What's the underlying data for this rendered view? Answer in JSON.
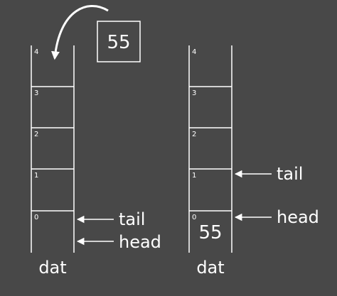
{
  "diagram": {
    "colors": {
      "background": "#484848",
      "line": "#ffffff",
      "text": "#ffffff"
    },
    "new_value": "55",
    "before": {
      "label": "dat",
      "slots": [
        "0",
        "1",
        "2",
        "3",
        "4"
      ],
      "values": [
        "",
        "",
        "",
        "",
        ""
      ],
      "pointers": {
        "tail": "tail",
        "head": "head"
      }
    },
    "after": {
      "label": "dat",
      "slots": [
        "0",
        "1",
        "2",
        "3",
        "4"
      ],
      "values": [
        "55",
        "",
        "",
        "",
        ""
      ],
      "pointers": {
        "tail": "tail",
        "head": "head"
      }
    }
  }
}
